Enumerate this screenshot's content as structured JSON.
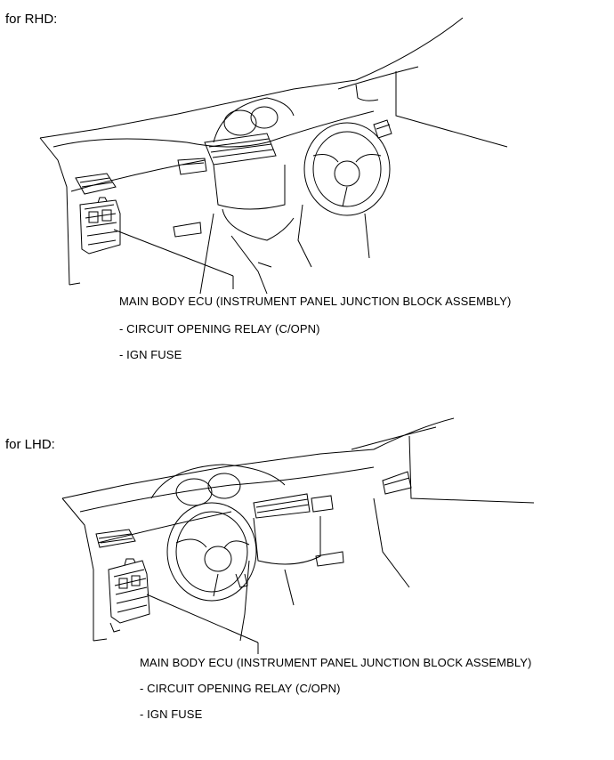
{
  "sections": [
    {
      "heading": "for RHD:",
      "captions": [
        "MAIN BODY ECU (INSTRUMENT PANEL JUNCTION BLOCK ASSEMBLY)",
        "- CIRCUIT OPENING RELAY (C/OPN)",
        "- IGN FUSE"
      ]
    },
    {
      "heading": "for LHD:",
      "captions": [
        "MAIN BODY ECU (INSTRUMENT PANEL JUNCTION BLOCK ASSEMBLY)",
        "- CIRCUIT OPENING RELAY (C/OPN)",
        "- IGN FUSE"
      ]
    }
  ]
}
